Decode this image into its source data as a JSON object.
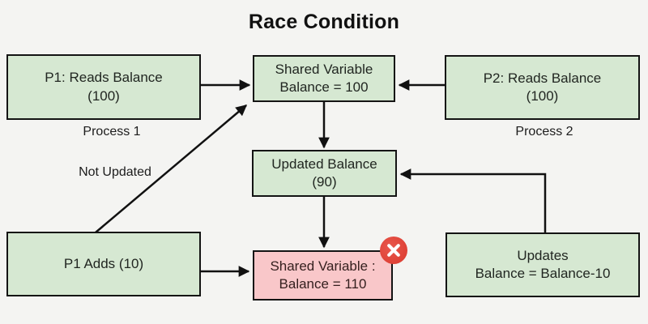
{
  "title": "Race Condition",
  "colors": {
    "background": "#f4f4f2",
    "box_green_fill": "#d6e8d2",
    "box_red_fill": "#f9c7c9",
    "box_border": "#141414",
    "arrow": "#111111",
    "error_badge": "#df4237",
    "text": "#212621"
  },
  "nodes": {
    "p1_reads": {
      "line1": "P1: Reads Balance",
      "line2": "(100)"
    },
    "shared_top": {
      "line1": "Shared Variable",
      "line2": "Balance = 100"
    },
    "p2_reads": {
      "line1": "P2: Reads Balance",
      "line2": "(100)"
    },
    "updated": {
      "line1": "Updated Balance",
      "line2": "(90)"
    },
    "p1_adds": {
      "line1": "P1 Adds (10)"
    },
    "shared_bottom": {
      "line1": "Shared Variable :",
      "line2": "Balance = 110"
    },
    "updates": {
      "line1": "Updates",
      "line2": "Balance = Balance-10"
    }
  },
  "labels": {
    "process1": "Process 1",
    "process2": "Process 2",
    "not_updated": "Not Updated"
  },
  "badge": {
    "name": "error-x-badge",
    "glyph": "x-mark"
  },
  "edges": [
    {
      "from": "p1_reads",
      "to": "shared_top"
    },
    {
      "from": "p2_reads",
      "to": "shared_top"
    },
    {
      "from": "shared_top",
      "to": "updated"
    },
    {
      "from": "updated",
      "to": "shared_bottom"
    },
    {
      "from": "p1_adds",
      "to": "shared_top",
      "label": "Not Updated"
    },
    {
      "from": "p1_adds",
      "to": "shared_bottom"
    },
    {
      "from": "updates",
      "to": "updated"
    }
  ]
}
